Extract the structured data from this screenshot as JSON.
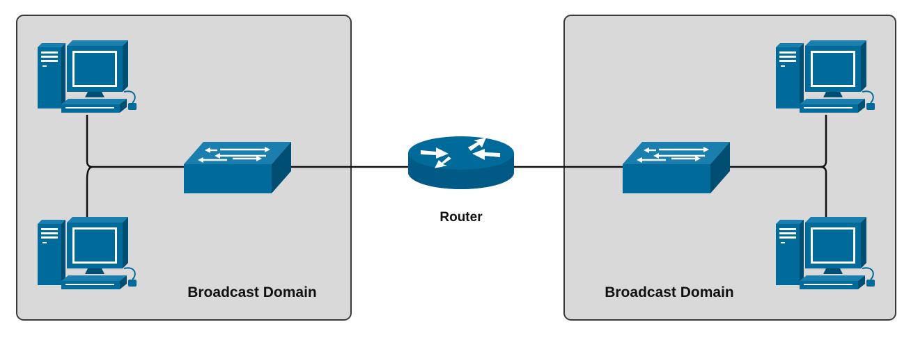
{
  "domains": {
    "left": {
      "label": "Broadcast Domain"
    },
    "right": {
      "label": "Broadcast Domain"
    }
  },
  "router": {
    "label": "Router"
  },
  "colors": {
    "device": "#006a9a",
    "device_dark": "#004f73",
    "device_light": "#1a7fae",
    "domain_fill": "#d9d9d9",
    "domain_stroke": "#3a3a3a",
    "link": "#111111"
  },
  "icons": [
    "computer-icon",
    "switch-icon",
    "router-icon"
  ]
}
